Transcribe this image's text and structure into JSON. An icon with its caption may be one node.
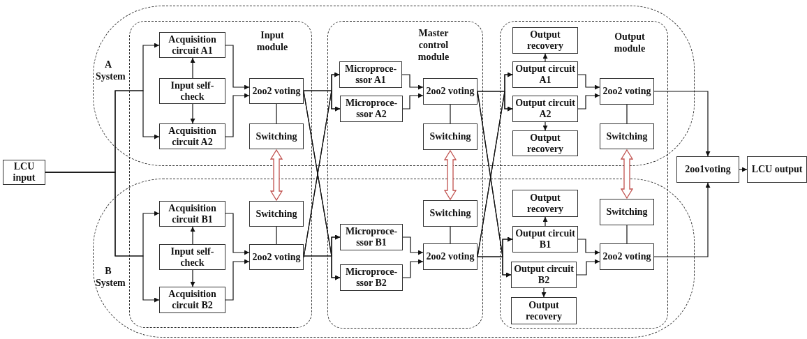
{
  "diagram": {
    "nodes": [
      {
        "text": [
          "LCU input"
        ]
      },
      {
        "text": [
          "Acquisition circuit A1"
        ]
      },
      {
        "text": [
          "Input self- check"
        ]
      },
      {
        "text": [
          "Acquisition circuit A2"
        ]
      },
      {
        "text": [
          "2oo2 voting"
        ]
      },
      {
        "text": [
          "Switching"
        ]
      },
      {
        "text": [
          "Acquisition circuit B1"
        ]
      },
      {
        "text": [
          "Input self- check"
        ]
      },
      {
        "text": [
          "Acquisition circuit B2"
        ]
      },
      {
        "text": [
          "Switching"
        ]
      },
      {
        "text": [
          "2oo2 voting"
        ]
      },
      {
        "text": [
          "Microproce- ssor A1"
        ]
      },
      {
        "text": [
          "Microproce- ssor A2"
        ]
      },
      {
        "text": [
          "2oo2 voting"
        ]
      },
      {
        "text": [
          "Switching"
        ]
      },
      {
        "text": [
          "Switching"
        ]
      },
      {
        "text": [
          "Microproce- ssor B1"
        ]
      },
      {
        "text": [
          "Microproce- ssor B2"
        ]
      },
      {
        "text": [
          "2oo2 voting"
        ]
      },
      {
        "text": [
          "Output recovery"
        ]
      },
      {
        "text": [
          "Output circuit A1"
        ]
      },
      {
        "text": [
          "Output circuit A2"
        ]
      },
      {
        "text": [
          "Output recovery"
        ]
      },
      {
        "text": [
          "2oo2 voting"
        ]
      },
      {
        "text": [
          "Switching"
        ]
      },
      {
        "text": [
          "Output recovery"
        ]
      },
      {
        "text": [
          "Output circuit B1"
        ]
      },
      {
        "text": [
          "Output circuit B2"
        ]
      },
      {
        "text": [
          "Output recovery"
        ]
      },
      {
        "text": [
          "Switching"
        ]
      },
      {
        "text": [
          "2oo2 voting"
        ]
      },
      {
        "text": [
          "2oo1voting"
        ]
      },
      {
        "text": [
          "LCU output"
        ]
      }
    ],
    "edges": [
      {
        "from": 0,
        "to": 1,
        "arrow": "to"
      },
      {
        "from": 0,
        "to": 3,
        "arrow": "to"
      },
      {
        "from": 0,
        "to": 6,
        "arrow": "to"
      },
      {
        "from": 0,
        "to": 8,
        "arrow": "to"
      },
      {
        "from": 2,
        "to": 1,
        "arrow": "to"
      },
      {
        "from": 2,
        "to": 3,
        "arrow": "to"
      },
      {
        "from": 1,
        "to": 4,
        "arrow": "to"
      },
      {
        "from": 3,
        "to": 4,
        "arrow": "to"
      },
      {
        "from": 4,
        "to": 5,
        "arrow": "none"
      },
      {
        "from": 7,
        "to": 6,
        "arrow": "to"
      },
      {
        "from": 7,
        "to": 8,
        "arrow": "to"
      },
      {
        "from": 6,
        "to": 10,
        "arrow": "to"
      },
      {
        "from": 8,
        "to": 10,
        "arrow": "to"
      },
      {
        "from": 10,
        "to": 9,
        "arrow": "none"
      },
      {
        "from": 5,
        "to": 9,
        "arrow": "both",
        "style": "thick",
        "color": "#c0504d"
      },
      {
        "from": 4,
        "to": 11,
        "arrow": "to"
      },
      {
        "from": 4,
        "to": 12,
        "arrow": "to"
      },
      {
        "from": 4,
        "to": 16,
        "arrow": "to"
      },
      {
        "from": 4,
        "to": 17,
        "arrow": "to"
      },
      {
        "from": 10,
        "to": 11,
        "arrow": "to"
      },
      {
        "from": 10,
        "to": 12,
        "arrow": "to"
      },
      {
        "from": 10,
        "to": 16,
        "arrow": "to"
      },
      {
        "from": 10,
        "to": 17,
        "arrow": "to"
      },
      {
        "from": 11,
        "to": 13,
        "arrow": "to"
      },
      {
        "from": 12,
        "to": 13,
        "arrow": "to"
      },
      {
        "from": 13,
        "to": 14,
        "arrow": "none"
      },
      {
        "from": 16,
        "to": 18,
        "arrow": "to"
      },
      {
        "from": 17,
        "to": 18,
        "arrow": "to"
      },
      {
        "from": 18,
        "to": 15,
        "arrow": "none"
      },
      {
        "from": 14,
        "to": 15,
        "arrow": "both",
        "style": "thick",
        "color": "#c0504d"
      },
      {
        "from": 13,
        "to": 20,
        "arrow": "to"
      },
      {
        "from": 13,
        "to": 21,
        "arrow": "to"
      },
      {
        "from": 13,
        "to": 26,
        "arrow": "to"
      },
      {
        "from": 13,
        "to": 27,
        "arrow": "to"
      },
      {
        "from": 18,
        "to": 20,
        "arrow": "to"
      },
      {
        "from": 18,
        "to": 21,
        "arrow": "to"
      },
      {
        "from": 18,
        "to": 26,
        "arrow": "to"
      },
      {
        "from": 18,
        "to": 27,
        "arrow": "to"
      },
      {
        "from": 20,
        "to": 19,
        "arrow": "to"
      },
      {
        "from": 20,
        "to": 23,
        "arrow": "to"
      },
      {
        "from": 21,
        "to": 22,
        "arrow": "to"
      },
      {
        "from": 21,
        "to": 23,
        "arrow": "to"
      },
      {
        "from": 23,
        "to": 24,
        "arrow": "none"
      },
      {
        "from": 26,
        "to": 25,
        "arrow": "to"
      },
      {
        "from": 26,
        "to": 30,
        "arrow": "to"
      },
      {
        "from": 27,
        "to": 28,
        "arrow": "to"
      },
      {
        "from": 27,
        "to": 30,
        "arrow": "to"
      },
      {
        "from": 30,
        "to": 29,
        "arrow": "none"
      },
      {
        "from": 24,
        "to": 29,
        "arrow": "both",
        "style": "thick",
        "color": "#c0504d"
      },
      {
        "from": 23,
        "to": 31,
        "arrow": "to"
      },
      {
        "from": 30,
        "to": 31,
        "arrow": "to"
      },
      {
        "from": 31,
        "to": 32,
        "arrow": "to"
      }
    ],
    "labels": [
      "Input module",
      "Master control module",
      "Output module",
      "A System",
      "B System"
    ]
  }
}
